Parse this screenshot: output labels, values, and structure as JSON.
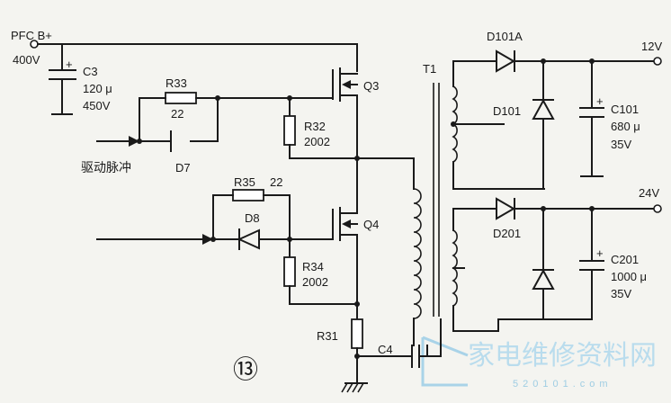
{
  "inputs": {
    "pfc": "PFC B+",
    "pfc_v": "400V"
  },
  "c3": {
    "name": "C3",
    "value": "120 μ",
    "volt": "450V"
  },
  "r33": {
    "name": "R33",
    "value": "22"
  },
  "r32": {
    "name": "R32",
    "value": "2002"
  },
  "q3": "Q3",
  "drive": "驱动脉冲",
  "d7": "D7",
  "r35": {
    "name": "R35",
    "value": "22"
  },
  "d8": "D8",
  "q4": "Q4",
  "r34": {
    "name": "R34",
    "value": "2002"
  },
  "r31": "R31",
  "c4": "C4",
  "t1": "T1",
  "d101a": "D101A",
  "d101": "D101",
  "c101": {
    "name": "C101",
    "value": "680 μ",
    "volt": "35V"
  },
  "out12": "12V",
  "out24": "24V",
  "d201": "D201",
  "c201": {
    "name": "C201",
    "value": "1000 μ",
    "volt": "35V"
  },
  "figure_no": "⑬",
  "watermark": {
    "text": "家电维修资料网",
    "site": "520101.com"
  },
  "plus": "+"
}
